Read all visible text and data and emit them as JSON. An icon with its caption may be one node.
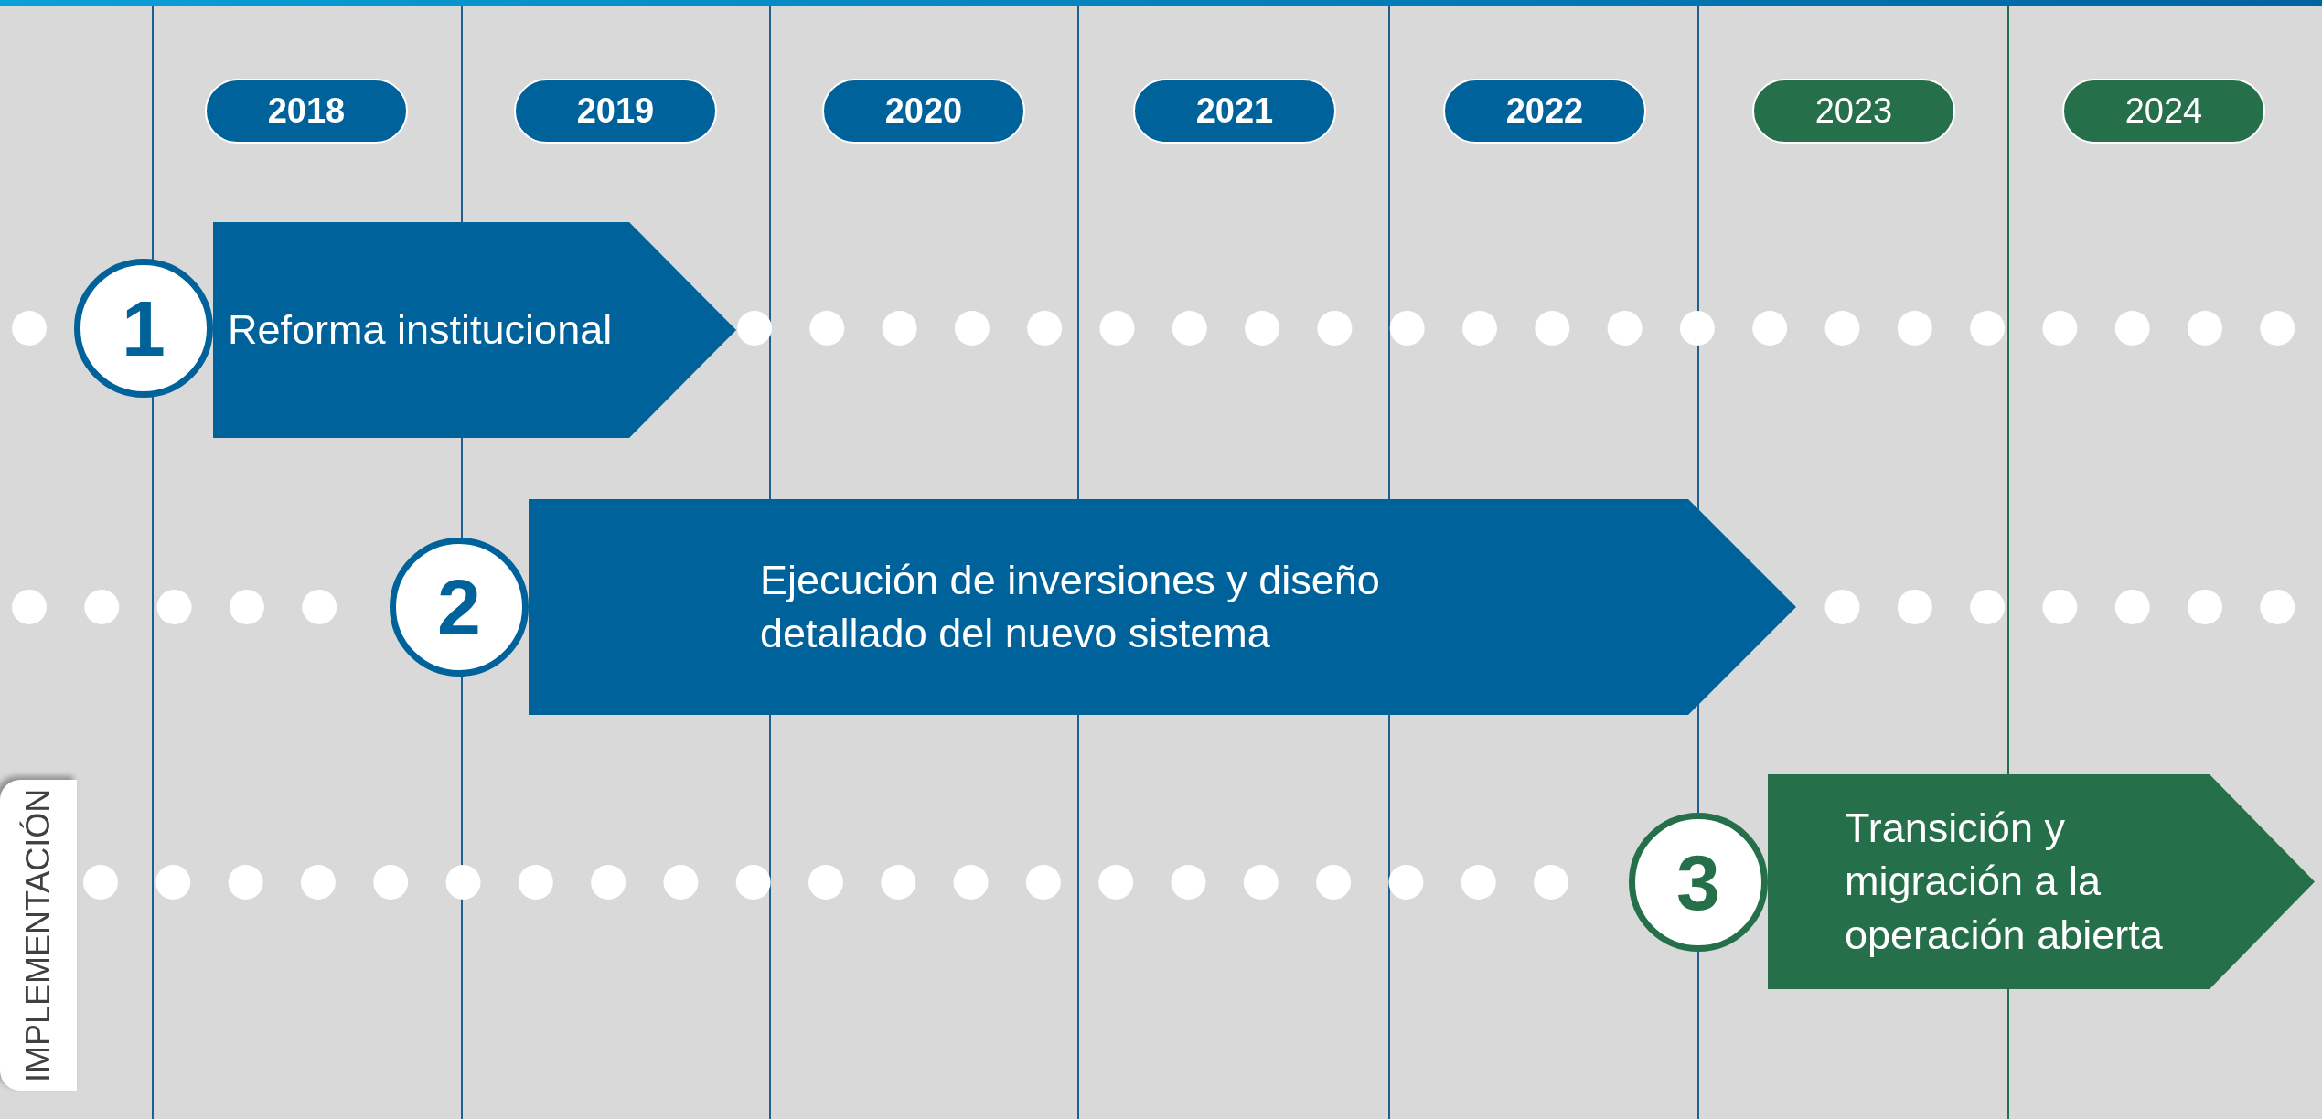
{
  "diagram": {
    "nodes": [
      {
        "text": [
          "2018"
        ]
      },
      {
        "text": [
          "2019"
        ]
      },
      {
        "text": [
          "2020"
        ]
      },
      {
        "text": [
          "2021"
        ]
      },
      {
        "text": [
          "2022"
        ]
      },
      {
        "text": [
          "2023"
        ]
      },
      {
        "text": [
          "2024"
        ]
      },
      {
        "text": [
          "1"
        ]
      },
      {
        "text": [
          "Reforma institucional"
        ]
      },
      {
        "text": [
          "2"
        ]
      },
      {
        "text": [
          "Ejecución de inversiones y diseño detallado del nuevo sistema"
        ]
      },
      {
        "text": [
          "3"
        ]
      },
      {
        "text": [
          "Transición y migración a la operación abierta"
        ]
      },
      {
        "text": [
          "IMPLEMENTACIÓN"
        ]
      }
    ]
  }
}
